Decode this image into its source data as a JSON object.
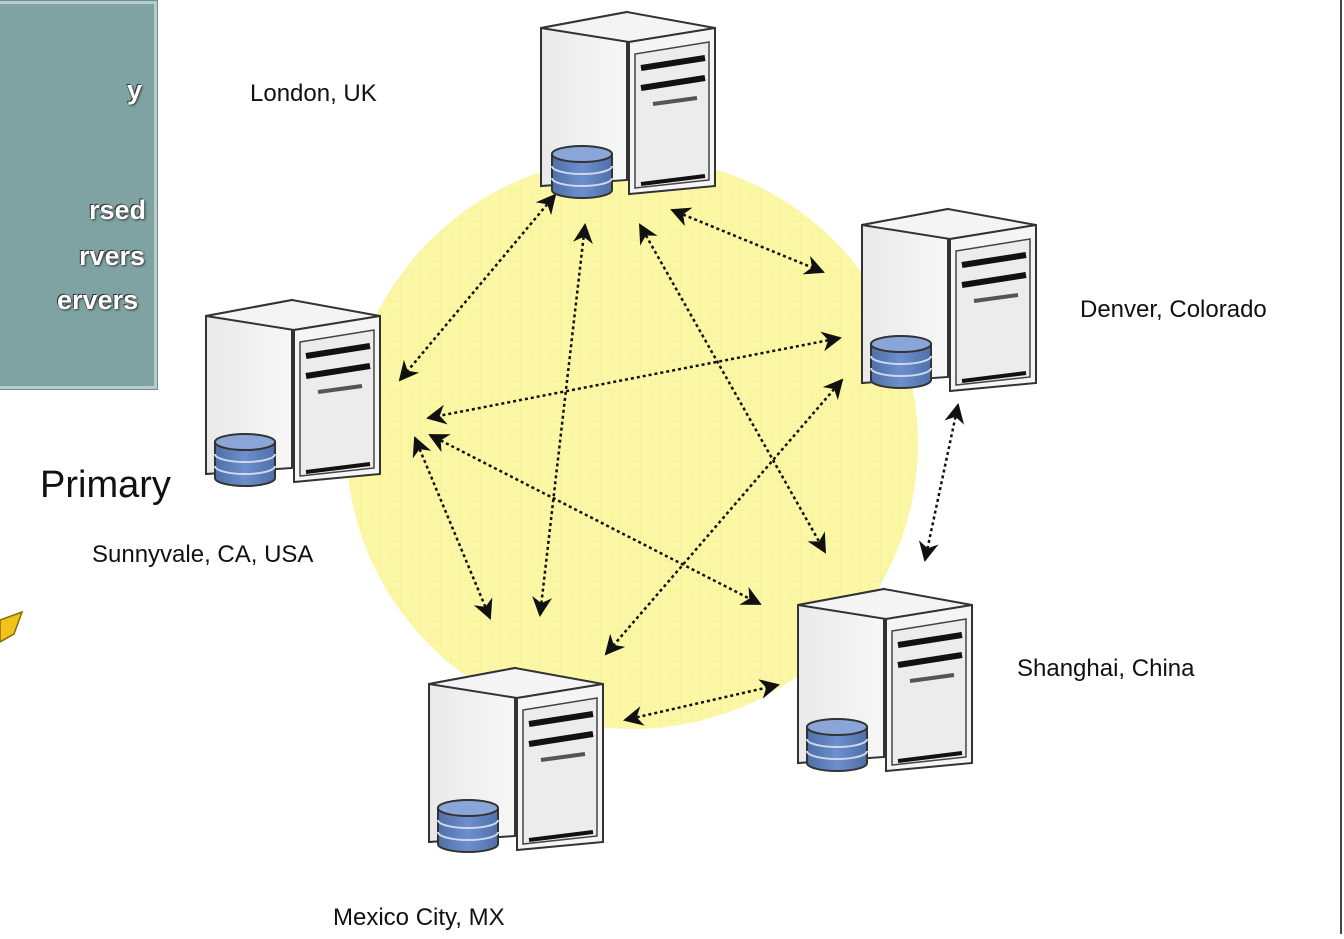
{
  "panel": {
    "lines": [
      "y",
      "rsed",
      "rvers",
      "ervers"
    ]
  },
  "labels": {
    "primary": "Primary",
    "sunnyvale": "Sunnyvale, CA, USA",
    "london": "London, UK",
    "denver": "Denver, Colorado",
    "shanghai": "Shanghai, China",
    "mexico": "Mexico City, MX"
  },
  "servers": [
    {
      "id": "london",
      "icon": "server-tower-icon"
    },
    {
      "id": "sunnyvale",
      "icon": "server-tower-icon"
    },
    {
      "id": "denver",
      "icon": "server-tower-icon"
    },
    {
      "id": "shanghai",
      "icon": "server-tower-icon"
    },
    {
      "id": "mexico",
      "icon": "server-tower-icon"
    }
  ],
  "colors": {
    "circle": "#fbf7a6",
    "panel": "#7fa3a3",
    "database": "#5a7cb8",
    "connector": "#111111"
  }
}
